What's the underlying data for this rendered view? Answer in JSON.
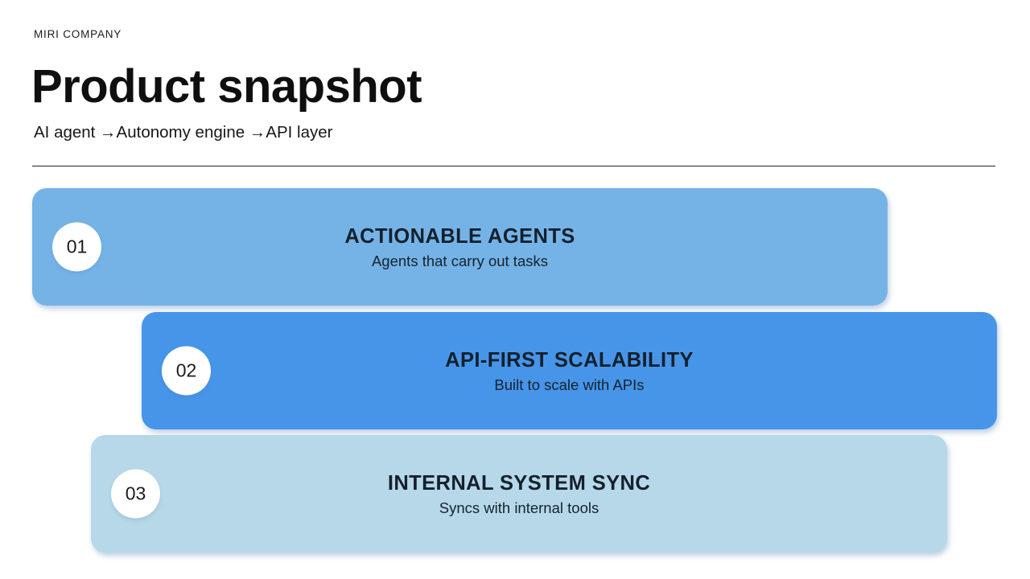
{
  "page": {
    "background_color": "#ffffff",
    "divider_color": "#252525"
  },
  "header": {
    "brand": "MIRI COMPANY",
    "title": "Product snapshot",
    "subtitle": "AI agent →Autonomy engine →API layer"
  },
  "cards": [
    {
      "number": "01",
      "title": "ACTIONABLE AGENTS",
      "description": "Agents that carry out tasks",
      "color": "#75B3E7",
      "text_color": "#14202c"
    },
    {
      "number": "02",
      "title": "API-FIRST SCALABILITY",
      "description": "Built to scale with APIs",
      "color": "#4795E8",
      "text_color": "#14202c"
    },
    {
      "number": "03",
      "title": "INTERNAL SYSTEM SYNC",
      "description": "Syncs with internal tools",
      "color": "#B6D8E8",
      "text_color": "#14202c"
    }
  ]
}
